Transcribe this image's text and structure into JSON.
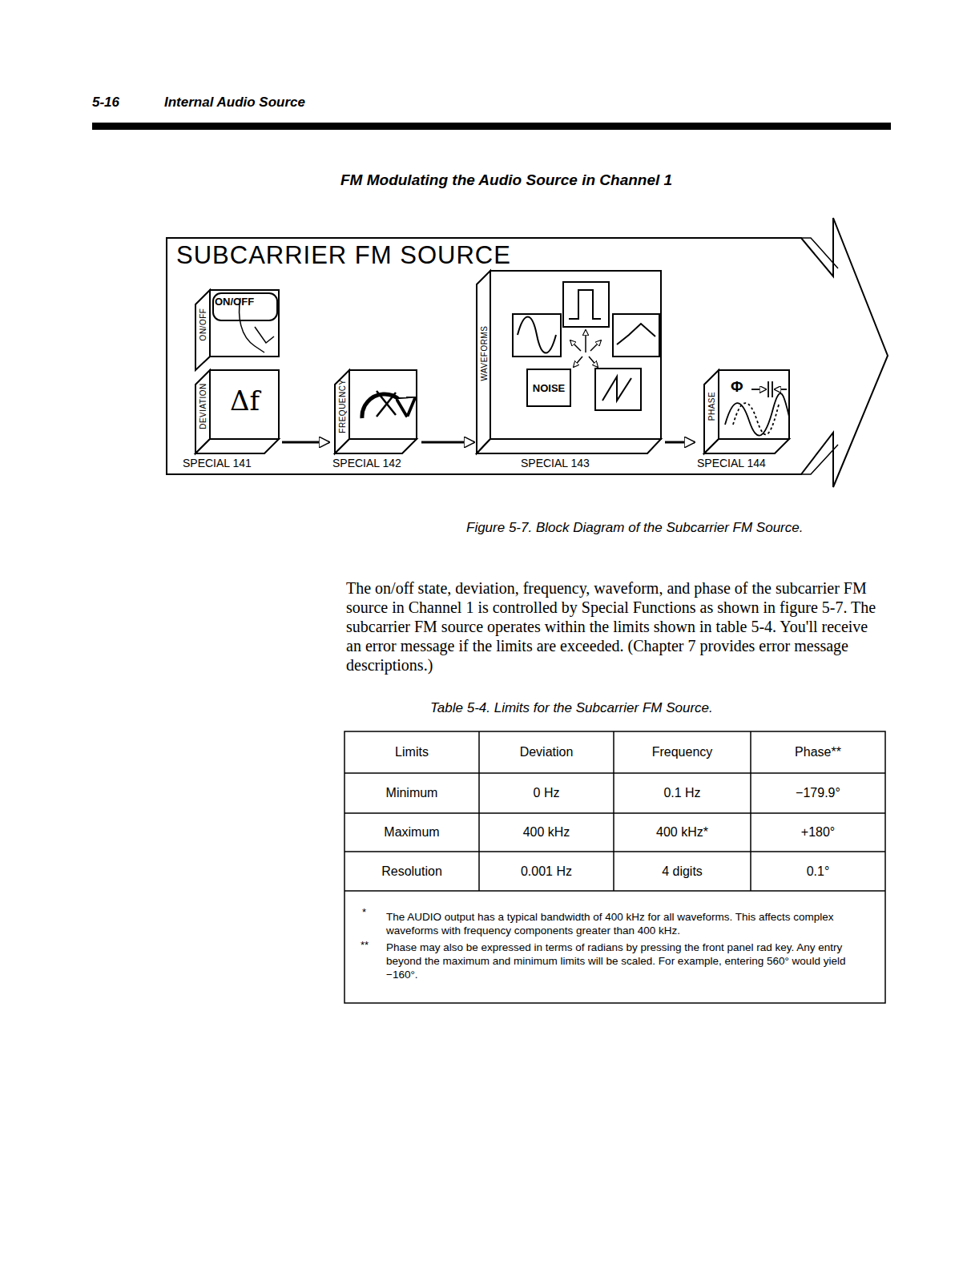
{
  "diagram": {
    "title": "FM Modulating the Audio Source in Channel 1",
    "caption": "Figure 5-7. Block Diagram of the Subcarrier FM Source.",
    "nodes": [
      {
        "text": [
          "SUBCARRIER FM SOURCE"
        ]
      },
      {
        "text": [
          "ON/OFF",
          "ON/OFF"
        ],
        "in": 0
      },
      {
        "text": [
          "DEVIATION",
          "Δf",
          "SPECIAL 141"
        ],
        "in": 0
      },
      {
        "text": [
          "FREQUENCY",
          "SPECIAL 142"
        ],
        "in": 0
      },
      {
        "text": [
          "WAVEFORMS",
          "SPECIAL 143"
        ],
        "in": 0
      },
      {
        "text": [
          "NOISE"
        ],
        "in": 4
      },
      {
        "text": [
          "PHASE",
          "Φ",
          "SPECIAL 144"
        ],
        "in": 0
      }
    ],
    "edges": [
      {
        "from": 2,
        "to": 3,
        "arrow": "to"
      },
      {
        "from": 3,
        "to": 4,
        "arrow": "to"
      },
      {
        "from": 4,
        "to": 6,
        "arrow": "to"
      }
    ],
    "labels": [
      "5-16",
      "Internal Audio Source",
      "The on/off state, deviation, frequency, waveform, and phase of the subcarrier FM source in Channel 1 is controlled by Special Functions as shown in figure 5-7. The subcarrier FM source operates within the limits shown in table 5-4. You'll receive an error message if the limits are exceeded. (Chapter 7 provides error message descriptions.)",
      "Table 5-4. Limits for the Subcarrier FM Source.",
      "Limits",
      "Deviation",
      "Frequency",
      "Phase**",
      "Minimum",
      "0 Hz",
      "0.1 Hz",
      "−179.9°",
      "Maximum",
      "400 kHz",
      "400 kHz*",
      "+180°",
      "Resolution",
      "0.001 Hz",
      "4 digits",
      "0.1°",
      "*",
      "The AUDIO output has a typical bandwidth of 400 kHz for all waveforms. This affects complex waveforms with frequency components greater than 400 kHz.",
      "**",
      "Phase may also be expressed in terms of radians by pressing the front panel rad key. Any entry beyond the maximum and minimum limits will be scaled. For example, entering 560° would yield −160°."
    ]
  }
}
